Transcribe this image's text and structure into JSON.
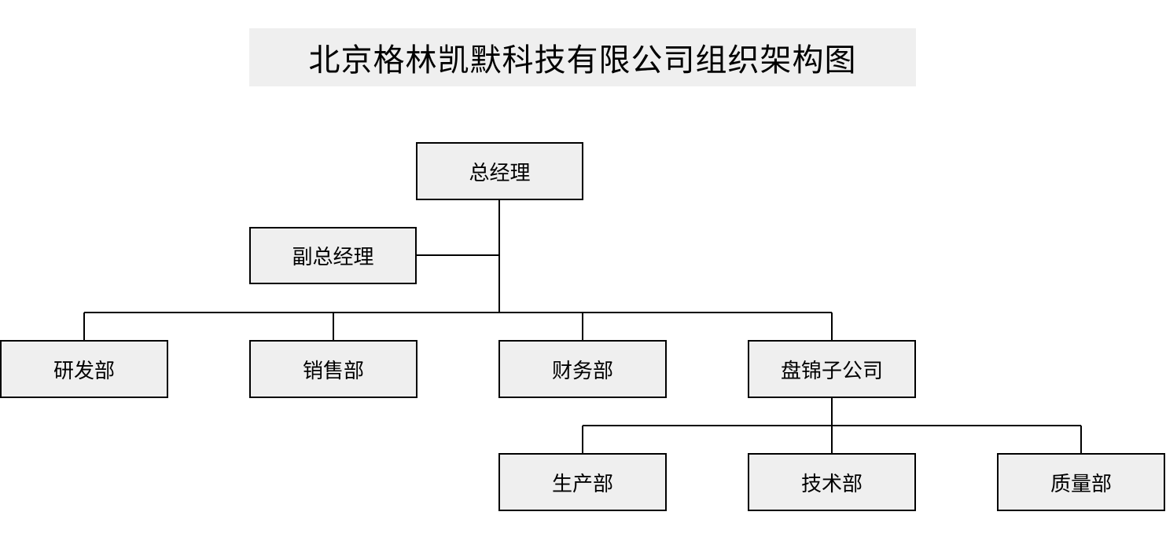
{
  "title": "北京格林凯默科技有限公司组织架构图",
  "colors": {
    "box_fill": "#efefef",
    "border": "#000000",
    "title_band": "#efefef"
  },
  "nodes": {
    "gm": "总经理",
    "deputy_gm": "副总经理",
    "rnd": "研发部",
    "sales": "销售部",
    "finance": "财务部",
    "panjin": "盘锦子公司",
    "production": "生产部",
    "tech": "技术部",
    "quality": "质量部"
  }
}
